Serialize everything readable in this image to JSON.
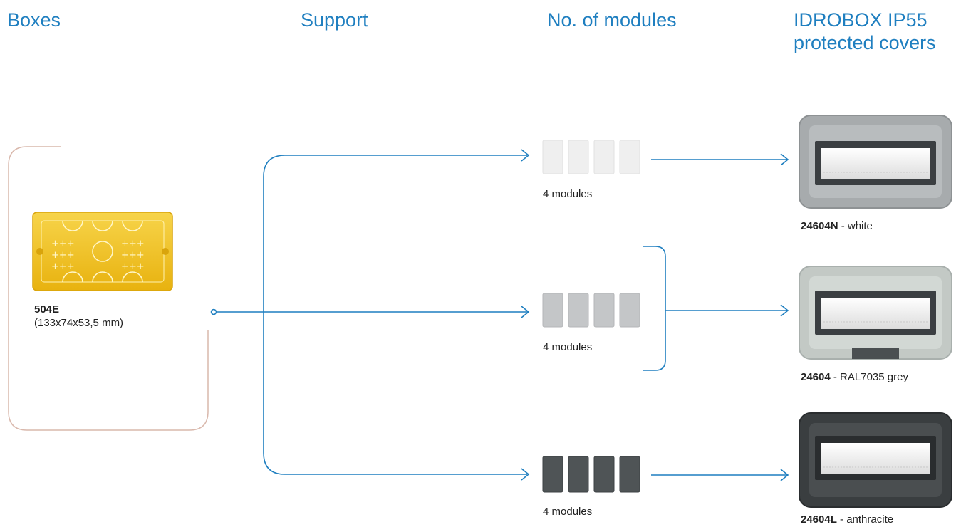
{
  "headers": {
    "boxes": "Boxes",
    "support": "Support",
    "modules": "No. of modules",
    "covers_line1": "IDROBOX IP55",
    "covers_line2": "protected covers"
  },
  "box": {
    "code": "504E",
    "dimensions": "(133x74x53,5 mm)"
  },
  "rows": [
    {
      "modules_label": "4 modules",
      "module_color": "#eeeeee"
    },
    {
      "modules_label": "4 modules",
      "module_color": "#c4c6c8"
    },
    {
      "modules_label": "4 modules",
      "module_color": "#4f5456"
    }
  ],
  "covers": [
    {
      "code": "24604N",
      "desc": " - white",
      "frame_color": "#8e9294"
    },
    {
      "code": "24604",
      "desc": " - RAL7035 grey",
      "frame_color": "#a9b0ad"
    },
    {
      "code": "24604L",
      "desc": " - anthracite",
      "frame_color": "#3a3e40"
    }
  ],
  "colors": {
    "accent": "#1f7fc0",
    "box_bracket": "#d9b8ac",
    "box_yellow": "#f2c21a"
  }
}
